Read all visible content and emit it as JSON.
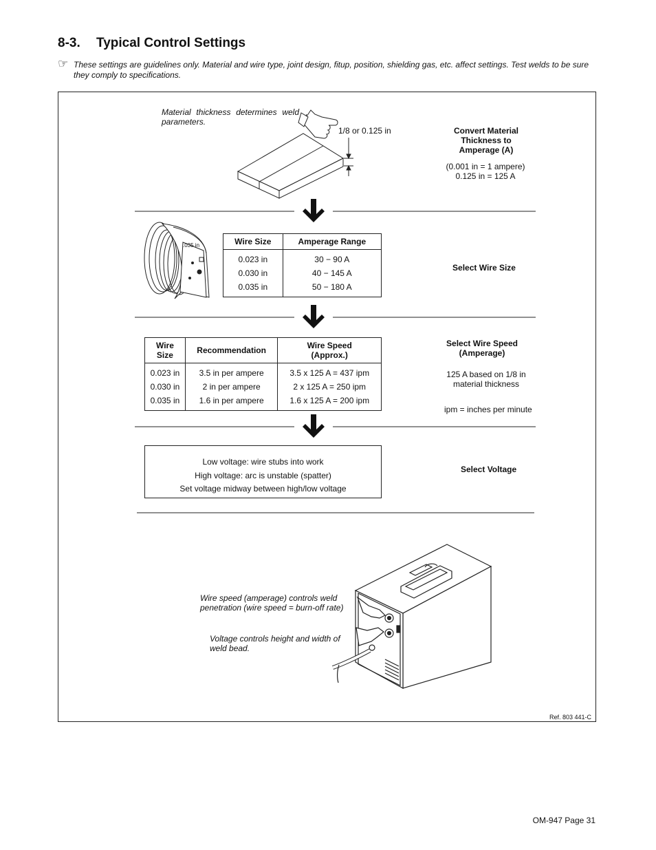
{
  "section": {
    "number": "8-3.",
    "title": "Typical Control Settings"
  },
  "note": {
    "icon": "pointing-hand-icon",
    "text": "These settings are guidelines only. Material and wire type, joint design, fitup, position, shielding gas, etc. affect settings. Test welds to be sure they comply to specifications."
  },
  "step1": {
    "caption": "Material thickness determines weld parameters.",
    "dimension_label": "1/8 or 0.125 in",
    "title": "Convert Material Thickness to Amperage (A)",
    "line1": "(0.001 in  =  1 ampere)",
    "line2": "0.125 in  =  125 A"
  },
  "step2": {
    "spool_label": ".035 in",
    "headers": [
      "Wire Size",
      "Amperage Range"
    ],
    "rows": [
      [
        "0.023 in",
        "30 − 90 A"
      ],
      [
        "0.030 in",
        "40 − 145 A"
      ],
      [
        "0.035 in",
        "50 − 180 A"
      ]
    ],
    "title": "Select Wire Size"
  },
  "step3": {
    "headers": [
      "Wire Size",
      "Recommendation",
      "Wire Speed (Approx.)"
    ],
    "rows": [
      [
        "0.023 in",
        "3.5 in per ampere",
        "3.5 x 125 A = 437 ipm"
      ],
      [
        "0.030 in",
        "2 in per ampere",
        "2 x 125 A = 250 ipm"
      ],
      [
        "0.035 in",
        "1.6 in per ampere",
        "1.6 x 125 A = 200 ipm"
      ]
    ],
    "title": "Select Wire Speed (Amperage)",
    "note1": "125 A based on 1/8 in material thickness",
    "note2": "ipm = inches per minute"
  },
  "step4": {
    "lines": [
      "Low voltage: wire stubs into work",
      "High voltage: arc is unstable (spatter)",
      "Set voltage midway between high/low voltage"
    ],
    "title": "Select Voltage"
  },
  "machine": {
    "caption1": "Wire speed (amperage) controls weld penetration (wire speed = burn-off rate)",
    "caption2": "Voltage controls height and width of weld bead."
  },
  "reference": "Ref. 803 441-C",
  "footer": "OM-947 Page 31"
}
